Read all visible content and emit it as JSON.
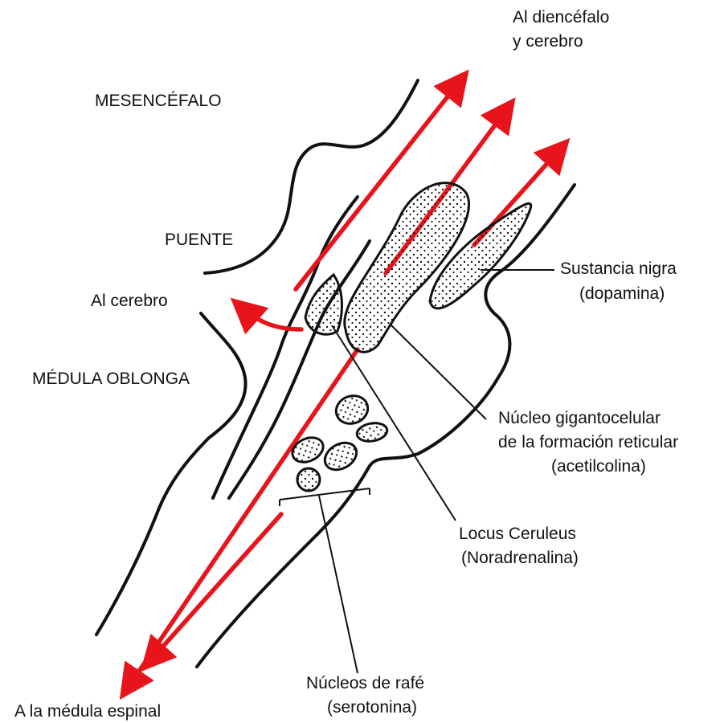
{
  "labels": {
    "to_diencephalon_line1": "Al diencéfalo",
    "to_diencephalon_line2": "y cerebro",
    "mesencephalon": "MESENCÉFALO",
    "pons": "PUENTE",
    "to_brain": "Al cerebro",
    "medulla": "MÉDULA OBLONGA",
    "substantia_nigra_line1": "Sustancia nigra",
    "substantia_nigra_line2": "(dopamina)",
    "gigantocellular_line1": "Núcleo gigantocelular",
    "gigantocellular_line2": "de la formación reticular",
    "gigantocellular_line3": "(acetilcolina)",
    "locus_line1": "Locus Ceruleus",
    "locus_line2": "(Noradrenalina)",
    "raphe_line1": "Núcleos de rafé",
    "raphe_line2": "(serotonina)",
    "to_spinal_cord": "A la médula espinal"
  },
  "colors": {
    "arrow": "#e8141b",
    "outline": "#111111",
    "stipple": "#111111",
    "background": "#ffffff"
  }
}
